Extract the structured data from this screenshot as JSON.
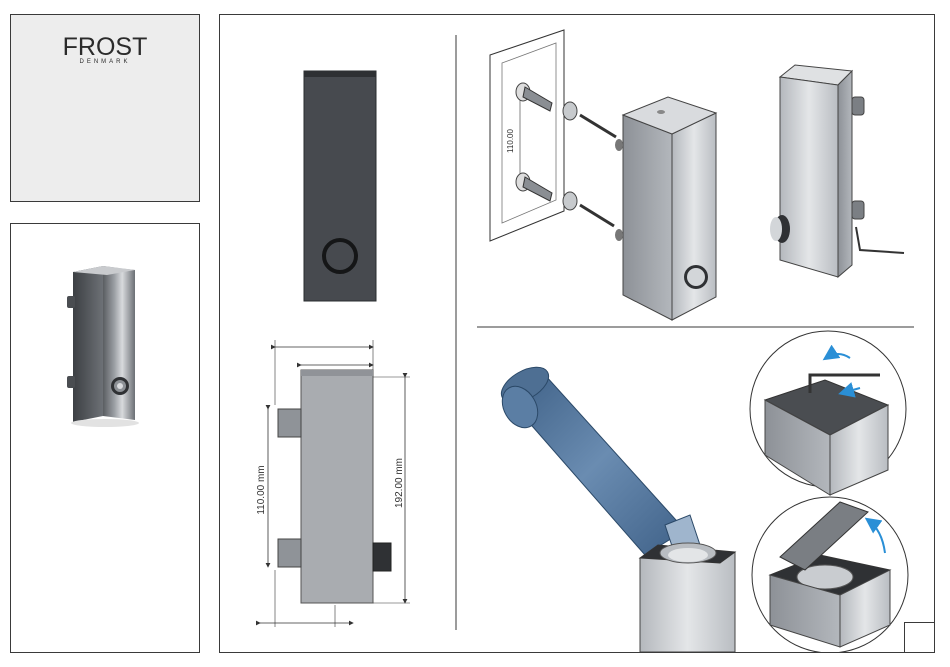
{
  "brand": {
    "name": "FROST",
    "subtitle": "DENMARK"
  },
  "dimensions": {
    "height_label": "192.00 mm",
    "spacing_label": "110.00 mm",
    "wall_spacing_label": "110.00"
  },
  "colors": {
    "panel_border": "#3a3a3a",
    "logo_panel_bg": "#ededed",
    "steel_light": "#d7d9dc",
    "steel_mid": "#a8acb1",
    "steel_dark": "#6e7277",
    "black_finish": "#474a4f",
    "bottle_blue": "#4e6f93",
    "arrow_blue": "#2a8fd6"
  },
  "icons": [
    "pointer-arrow-icon",
    "rotate-arrow-icon"
  ]
}
